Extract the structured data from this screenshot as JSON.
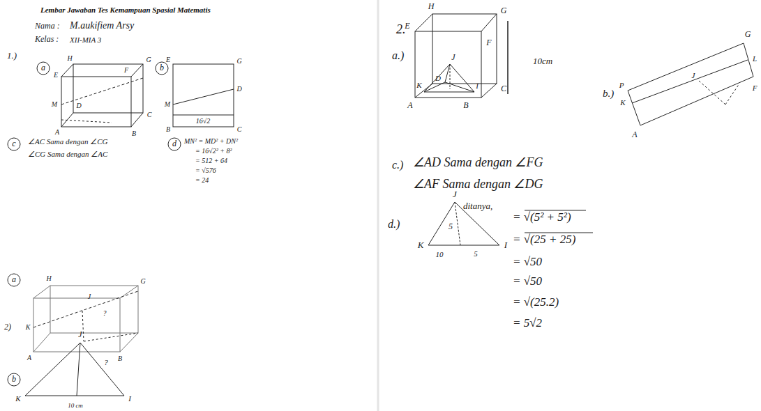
{
  "diagram": {
    "title": "Lembar Jawaban Tes Kemampuan Spasial Matematis",
    "labels": [
      "Nama :",
      "M.aukifiem Arsy",
      "Kelas :",
      "XII-MIA 3",
      "1.)",
      "a",
      "H",
      "G",
      "E",
      "F",
      "M",
      "D",
      "C",
      "A",
      "B",
      "b",
      "E",
      "G",
      "M",
      "D",
      "B",
      "C",
      "16√2",
      "c",
      "∠AC Sama dengan ∠CG",
      "∠CG Sama dengan ∠AC",
      "d",
      "MN² = MD² + DN²",
      "= 16√2² + 8²",
      "= 512 + 64",
      "= √576",
      "= 24",
      "a",
      "2)",
      "H",
      "G",
      "J",
      "?",
      "K",
      "A",
      "B",
      "b",
      "J",
      "?",
      "K",
      "10 cm",
      "I",
      "2.",
      "a.)",
      "H",
      "G",
      "E",
      "F",
      "J",
      "K",
      "D",
      "I",
      "C",
      "A",
      "B",
      "10cm",
      "b.)",
      "G",
      "L",
      "F",
      "P",
      "K",
      "J",
      "A",
      "c.)",
      "∠AD Sama dengan ∠FG",
      "∠AF Sama dengan ∠DG",
      "d.)",
      "J",
      "ditanya,",
      "5",
      "K",
      "I",
      "10",
      "5",
      "= √(5² + 5²)",
      "= √(25 + 25)",
      "= √50",
      "= √50",
      "= √(25.2)",
      "= 5√2"
    ]
  }
}
